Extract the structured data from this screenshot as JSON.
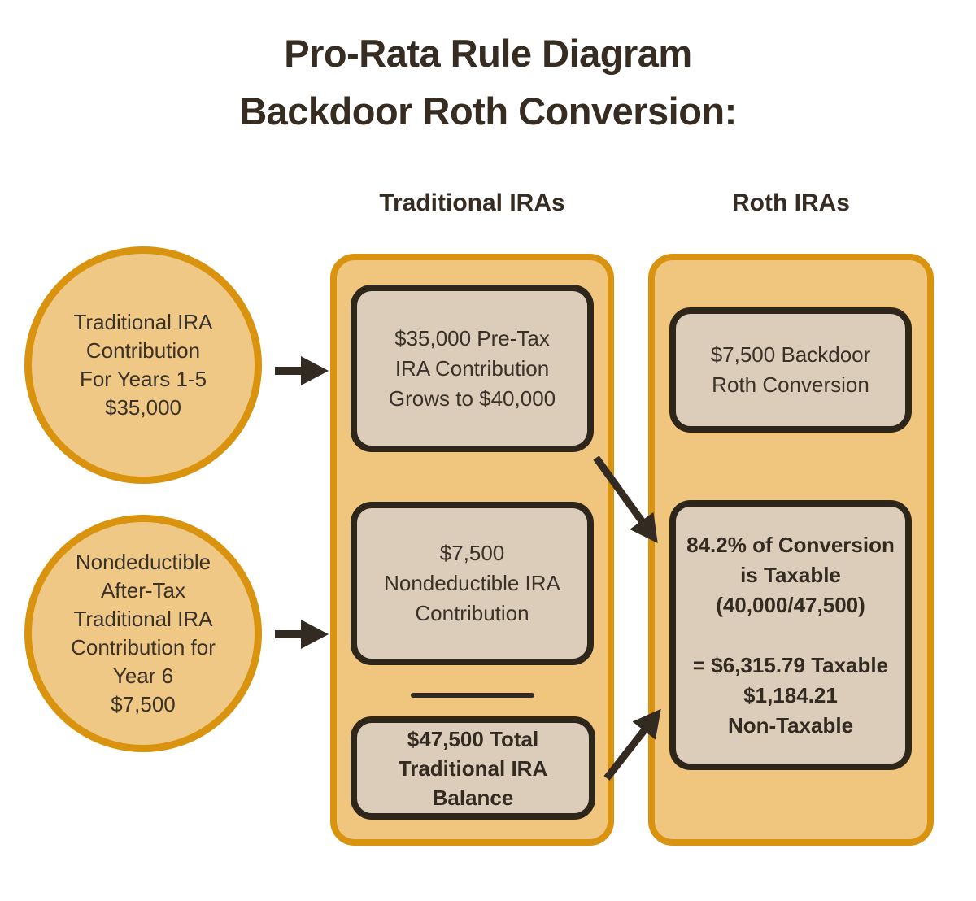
{
  "title": {
    "line1": "Pro-Rata Rule Diagram",
    "line2": "Backdoor Roth Conversion:"
  },
  "circles": [
    {
      "text": "Traditional IRA\nContribution\nFor Years 1-5\n$35,000"
    },
    {
      "text": "Nondeductible\nAfter-Tax\nTraditional IRA\nContribution for\nYear 6\n$7,500"
    }
  ],
  "columns": {
    "traditional": {
      "header": "Traditional IRAs",
      "boxes": [
        {
          "text": "$35,000 Pre-Tax\nIRA Contribution\nGrows to $40,000",
          "bold": false
        },
        {
          "text": "$7,500\nNondeductible IRA\nContribution",
          "bold": false
        },
        {
          "text": "$47,500 Total\nTraditional IRA\nBalance",
          "bold": true
        }
      ]
    },
    "roth": {
      "header": "Roth IRAs",
      "boxes": [
        {
          "text": "$7,500 Backdoor\nRoth Conversion",
          "bold": false
        },
        {
          "text": "84.2% of Conversion\nis Taxable\n(40,000/47,500)\n\n= $6,315.79 Taxable\n$1,184.21\nNon-Taxable",
          "bold": true
        }
      ]
    }
  },
  "arrows": [
    {
      "name": "circle1-to-traditional",
      "direction": "right"
    },
    {
      "name": "circle2-to-traditional",
      "direction": "right"
    },
    {
      "name": "growth-to-taxable",
      "direction": "down-right"
    },
    {
      "name": "total-to-taxable",
      "direction": "up-right"
    }
  ],
  "colors": {
    "background": "#ffffff",
    "accent_orange": "#d9930f",
    "panel_fill": "#f0c67e",
    "circle_fill": "#f0c885",
    "box_fill": "#dbcdba",
    "box_border": "#2f261b",
    "text_dark": "#362c22",
    "arrow": "#332a22"
  }
}
